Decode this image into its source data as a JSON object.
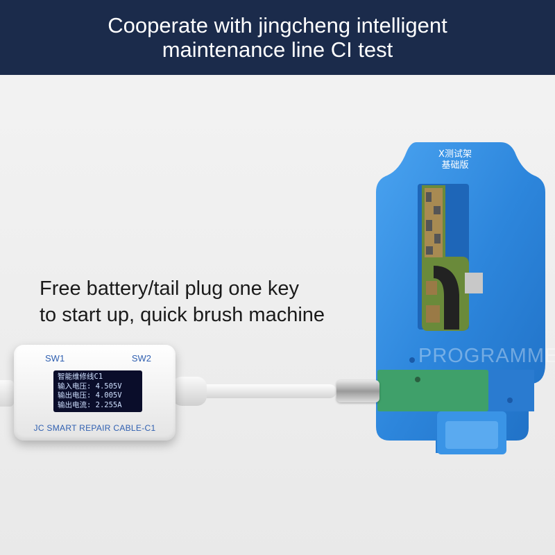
{
  "banner": {
    "line1": "Cooperate with jingcheng intelligent",
    "line2": "maintenance line CI test"
  },
  "caption": {
    "line1": "Free battery/tail plug one key",
    "line2": "to start up, quick brush machine"
  },
  "device": {
    "sw1": "SW1",
    "sw2": "SW2",
    "screen_lines": [
      "智能维修线C1",
      "输入电压: 4.505V",
      "输出电压: 4.005V",
      "输出电流: 2.255A"
    ],
    "brand": "JC SMART REPAIR CABLE-C1"
  },
  "fixture": {
    "label_line1": "X测试架",
    "label_line2": "基础版",
    "watermark": "PROGRAMMER"
  },
  "colors": {
    "banner_bg": "#1b2b4b",
    "fixture_blue": "#2d8be0",
    "board_green": "#3fa06a"
  }
}
